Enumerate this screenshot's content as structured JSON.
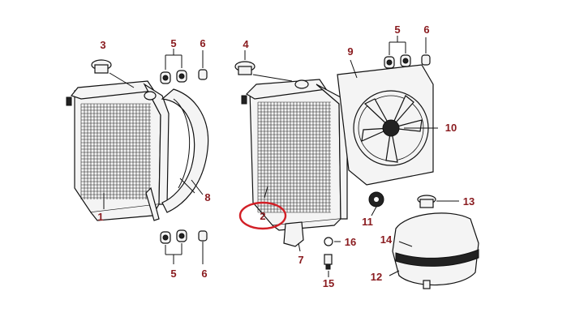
{
  "diagram": {
    "callouts": [
      {
        "id": "c1",
        "label": "1"
      },
      {
        "id": "c2",
        "label": "2"
      },
      {
        "id": "c3",
        "label": "3"
      },
      {
        "id": "c4",
        "label": "4"
      },
      {
        "id": "c5a",
        "label": "5"
      },
      {
        "id": "c5b",
        "label": "5"
      },
      {
        "id": "c5c",
        "label": "5"
      },
      {
        "id": "c6a",
        "label": "6"
      },
      {
        "id": "c6b",
        "label": "6"
      },
      {
        "id": "c6c",
        "label": "6"
      },
      {
        "id": "c7",
        "label": "7"
      },
      {
        "id": "c8",
        "label": "8"
      },
      {
        "id": "c9",
        "label": "9"
      },
      {
        "id": "c10",
        "label": "10"
      },
      {
        "id": "c11",
        "label": "11"
      },
      {
        "id": "c12",
        "label": "12"
      },
      {
        "id": "c13",
        "label": "13"
      },
      {
        "id": "c14",
        "label": "14"
      },
      {
        "id": "c15",
        "label": "15"
      },
      {
        "id": "c16",
        "label": "16"
      }
    ],
    "highlight_color": "#d21f26",
    "label_color": "#8a1c20"
  }
}
